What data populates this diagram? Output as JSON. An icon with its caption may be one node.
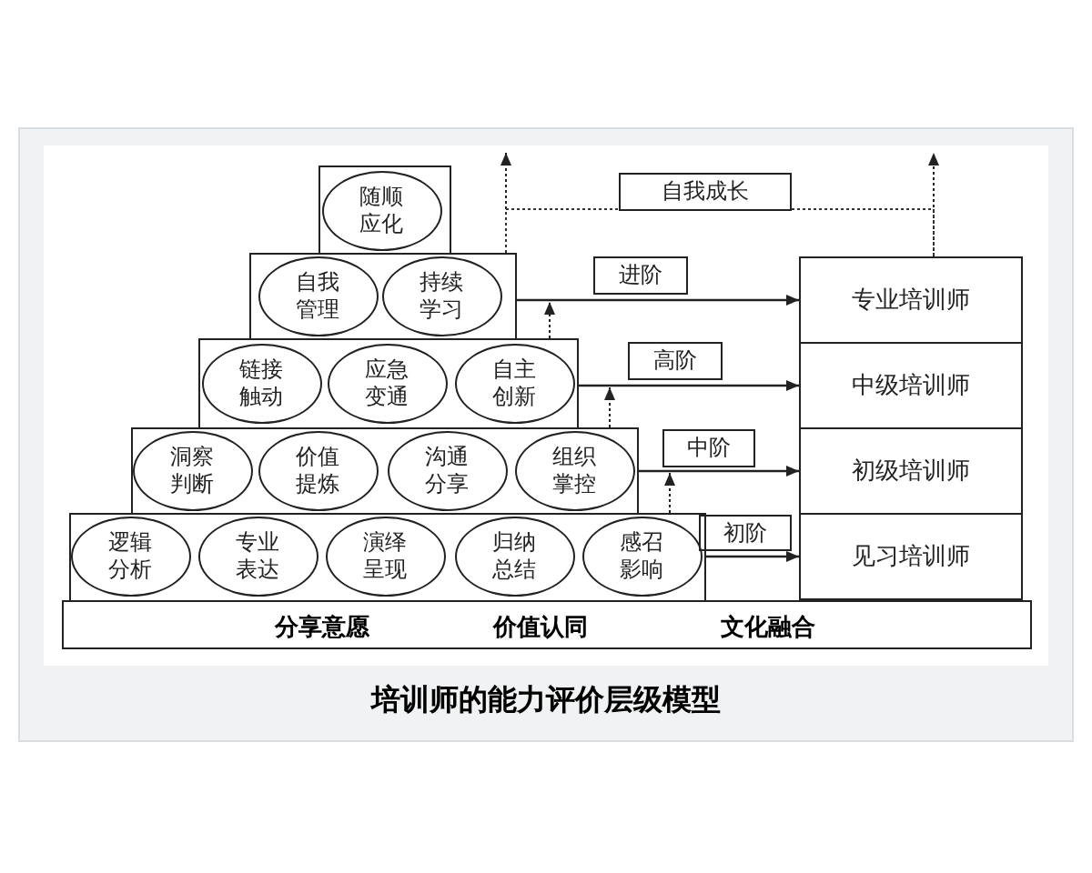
{
  "diagram": {
    "title": "培训师的能力评价层级模型",
    "nodes": [
      {
        "text": [],
        "shape": "box"
      },
      {
        "text": [
          "随顺应化"
        ],
        "in": 0
      },
      {
        "text": [
          "自我成长"
        ]
      },
      {
        "text": [],
        "shape": "box"
      },
      {
        "text": [
          "自我管理"
        ],
        "in": 3
      },
      {
        "text": [
          "持续学习"
        ],
        "in": 3
      },
      {
        "text": [
          "进阶"
        ]
      },
      {
        "text": [
          "专业培训师"
        ]
      },
      {
        "text": [],
        "shape": "box"
      },
      {
        "text": [
          "链接触动"
        ],
        "in": 8
      },
      {
        "text": [
          "应急变通"
        ],
        "in": 8
      },
      {
        "text": [
          "自主创新"
        ],
        "in": 8
      },
      {
        "text": [
          "高阶"
        ]
      },
      {
        "text": [
          "中级培训师"
        ]
      },
      {
        "text": [],
        "shape": "box"
      },
      {
        "text": [
          "洞察判断"
        ],
        "in": 14
      },
      {
        "text": [
          "价值提炼"
        ],
        "in": 14
      },
      {
        "text": [
          "沟通分享"
        ],
        "in": 14
      },
      {
        "text": [
          "组织掌控"
        ],
        "in": 14
      },
      {
        "text": [
          "中阶"
        ]
      },
      {
        "text": [
          "初级培训师"
        ]
      },
      {
        "text": [],
        "shape": "box"
      },
      {
        "text": [
          "逻辑分析"
        ],
        "in": 21
      },
      {
        "text": [
          "专业表达"
        ],
        "in": 21
      },
      {
        "text": [
          "演绎呈现"
        ],
        "in": 21
      },
      {
        "text": [
          "归纳总结"
        ],
        "in": 21
      },
      {
        "text": [
          "感召影响"
        ],
        "in": 21
      },
      {
        "text": [
          "初阶"
        ]
      },
      {
        "text": [
          "见习培训师"
        ]
      },
      {
        "text": [
          "分享意愿",
          "价值认同",
          "文化融合"
        ]
      }
    ],
    "edges": [
      {
        "from": 3,
        "to": 7,
        "arrow": "to"
      },
      {
        "from": 8,
        "to": 13,
        "arrow": "to"
      },
      {
        "from": 14,
        "to": 20,
        "arrow": "to"
      },
      {
        "from": 21,
        "to": 28,
        "arrow": "to"
      },
      {
        "from": 8,
        "to": 3,
        "arrow": "to",
        "style": "dashed"
      },
      {
        "from": 14,
        "to": 12,
        "arrow": "to",
        "style": "dashed"
      },
      {
        "from": 21,
        "to": 19,
        "arrow": "to",
        "style": "dashed"
      },
      {
        "from": 3,
        "to": null,
        "arrow": "to",
        "style": "dashed"
      },
      {
        "from": 7,
        "to": null,
        "arrow": "to",
        "style": "dashed"
      },
      {
        "from": 3,
        "to": 2,
        "arrow": "none",
        "style": "dashed"
      },
      {
        "from": 2,
        "to": 7,
        "arrow": "none",
        "style": "dashed"
      }
    ]
  }
}
